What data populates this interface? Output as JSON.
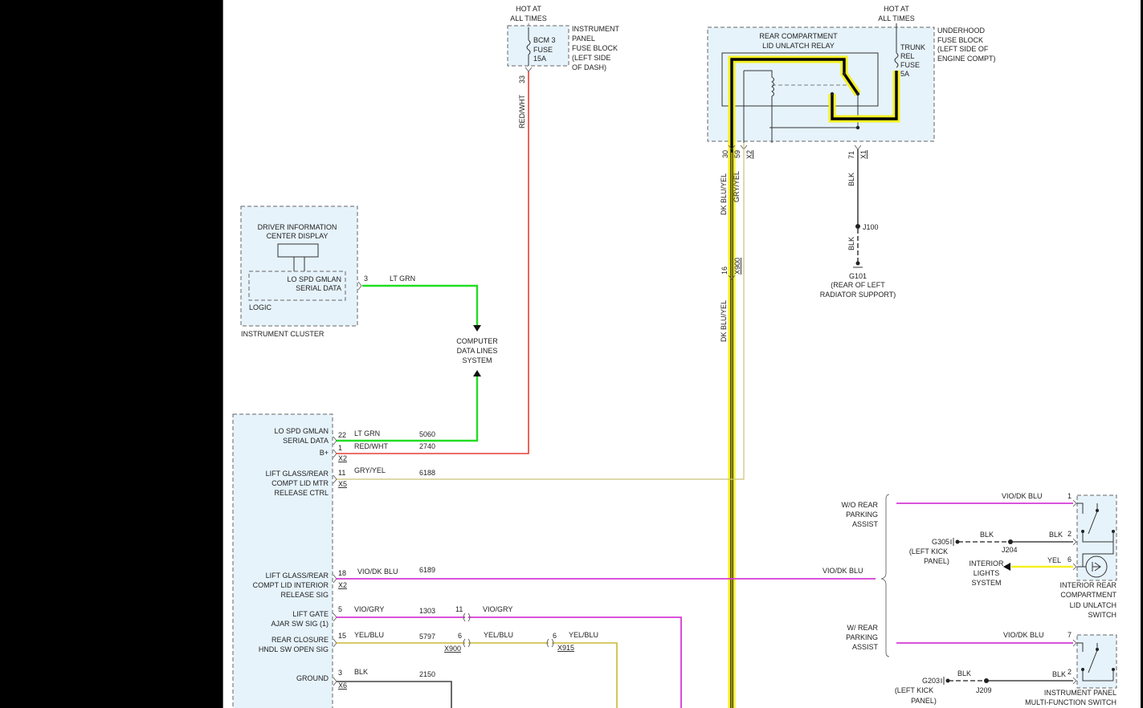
{
  "power": {
    "hot_left_line1": "HOT AT",
    "hot_left_line2": "ALL TIMES",
    "hot_right_line1": "HOT AT",
    "hot_right_line2": "ALL TIMES"
  },
  "ip_fuse": {
    "fuse_name": "BCM 3",
    "fuse_word": "FUSE",
    "fuse_amps": "15A",
    "label": [
      "INSTRUMENT",
      "PANEL",
      "FUSE BLOCK",
      "(LEFT SIDE",
      "OF DASH)"
    ],
    "pin": "33",
    "wire_color": "RED/WHT"
  },
  "underhood": {
    "relay_label": [
      "REAR COMPARTMENT",
      "LID UNLATCH RELAY"
    ],
    "fuse_label": [
      "TRUNK",
      "REL",
      "FUSE",
      "5A"
    ],
    "block_label": [
      "UNDERHOOD",
      "FUSE BLOCK",
      "(LEFT SIDE OF",
      "ENGINE COMPT)"
    ],
    "pin_30": "30",
    "pin_59": "59",
    "conn_x2": "X2",
    "pin_71": "71",
    "conn_x1": "X1",
    "wire_dkblu": "DK BLU/YEL",
    "wire_gry": "GRY/YEL",
    "wire_blk": "BLK"
  },
  "ground_g101": {
    "splice": "J100",
    "wire": "BLK",
    "name": "G101",
    "loc": [
      "(REAR OF LEFT",
      "RADIATOR SUPPORT)"
    ]
  },
  "x900_mid": {
    "pin": "16",
    "conn": "X900",
    "wire": "DK BLU/YEL"
  },
  "cluster": {
    "title": [
      "DRIVER INFORMATION",
      "CENTER DISPLAY"
    ],
    "port": [
      "LO SPD GMLAN",
      "SERIAL DATA"
    ],
    "logic": "LOGIC",
    "name": "INSTRUMENT CLUSTER",
    "pin": "3",
    "wire": "LT GRN"
  },
  "computer_data": [
    "COMPUTER",
    "DATA LINES",
    "SYSTEM"
  ],
  "bcm": {
    "rows": [
      {
        "label": [
          "LO SPD GMLAN",
          "SERIAL DATA"
        ],
        "pin": "22",
        "wire": "LT GRN",
        "circuit": "5060",
        "conn": ""
      },
      {
        "label": [
          "B+"
        ],
        "pin": "1",
        "wire": "RED/WHT",
        "circuit": "2740",
        "conn": "X2"
      },
      {
        "label": [
          "LIFT GLASS/REAR",
          "COMPT LID MTR",
          "RELEASE CTRL"
        ],
        "pin": "11",
        "wire": "GRY/YEL",
        "circuit": "6188",
        "conn": "X5"
      },
      {
        "label": [
          "LIFT GLASS/REAR",
          "COMPT LID INTERIOR",
          "RELEASE SIG"
        ],
        "pin": "18",
        "wire": "VIO/DK BLU",
        "circuit": "6189",
        "conn": "X2"
      },
      {
        "label": [
          "LIFT GATE",
          "AJAR SW SIG (1)"
        ],
        "pin": "5",
        "wire": "VIO/GRY",
        "circuit": "1303",
        "conn": ""
      },
      {
        "label": [
          "REAR CLOSURE",
          "HNDL SW OPEN SIG"
        ],
        "pin": "15",
        "wire": "YEL/BLU",
        "circuit": "5797",
        "conn": ""
      },
      {
        "label": [
          "GROUND"
        ],
        "pin": "3",
        "wire": "BLK",
        "circuit": "2150",
        "conn": "X6"
      }
    ]
  },
  "inline": {
    "vio_gry_pin": "11",
    "vio_gry_wire": "VIO/GRY",
    "yel_blu_pin": "6",
    "yel_blu_conn": "X900",
    "yel_blu_wire": "YEL/BLU",
    "x915_pin": "6",
    "x915_conn": "X915",
    "x915_wire": "YEL/BLU",
    "vio_dkblu_main": "VIO/DK BLU"
  },
  "right": {
    "wo_rpa": [
      "W/O REAR",
      "PARKING",
      "ASSIST"
    ],
    "w_rpa": [
      "W/ REAR",
      "PARKING",
      "ASSIST"
    ],
    "sw1": {
      "pin1": "1",
      "wire1": "VIO/DK BLU",
      "pin2": "2",
      "wire2": "BLK",
      "splice": "J204",
      "splice_wire": "BLK",
      "ground": "G305",
      "ground_loc": [
        "(LEFT KICK",
        "PANEL)"
      ],
      "pin6": "6",
      "wire6": "YEL",
      "lights": [
        "INTERIOR",
        "LIGHTS",
        "SYSTEM"
      ],
      "name": [
        "INTERIOR REAR",
        "COMPARTMENT",
        "LID UNLATCH",
        "SWITCH"
      ]
    },
    "sw2": {
      "pin7": "7",
      "wire7": "VIO/DK BLU",
      "pin2": "2",
      "wire2": "BLK",
      "splice": "J209",
      "splice_wire": "BLK",
      "ground": "G203",
      "ground_loc": [
        "(LEFT KICK",
        "PANEL)"
      ],
      "name": [
        "INSTRUMENT PANEL",
        "MULTI-FUNCTION SWITCH"
      ]
    }
  },
  "colors": {
    "lt_grn": "#22dd22",
    "red_wht": "#e53f35",
    "gry_yel": "#c9c27a",
    "vio": "#d63ad6",
    "yel_blu": "#c9b735",
    "highlight": "#f5f020",
    "box_fill": "#e6f3fb"
  }
}
